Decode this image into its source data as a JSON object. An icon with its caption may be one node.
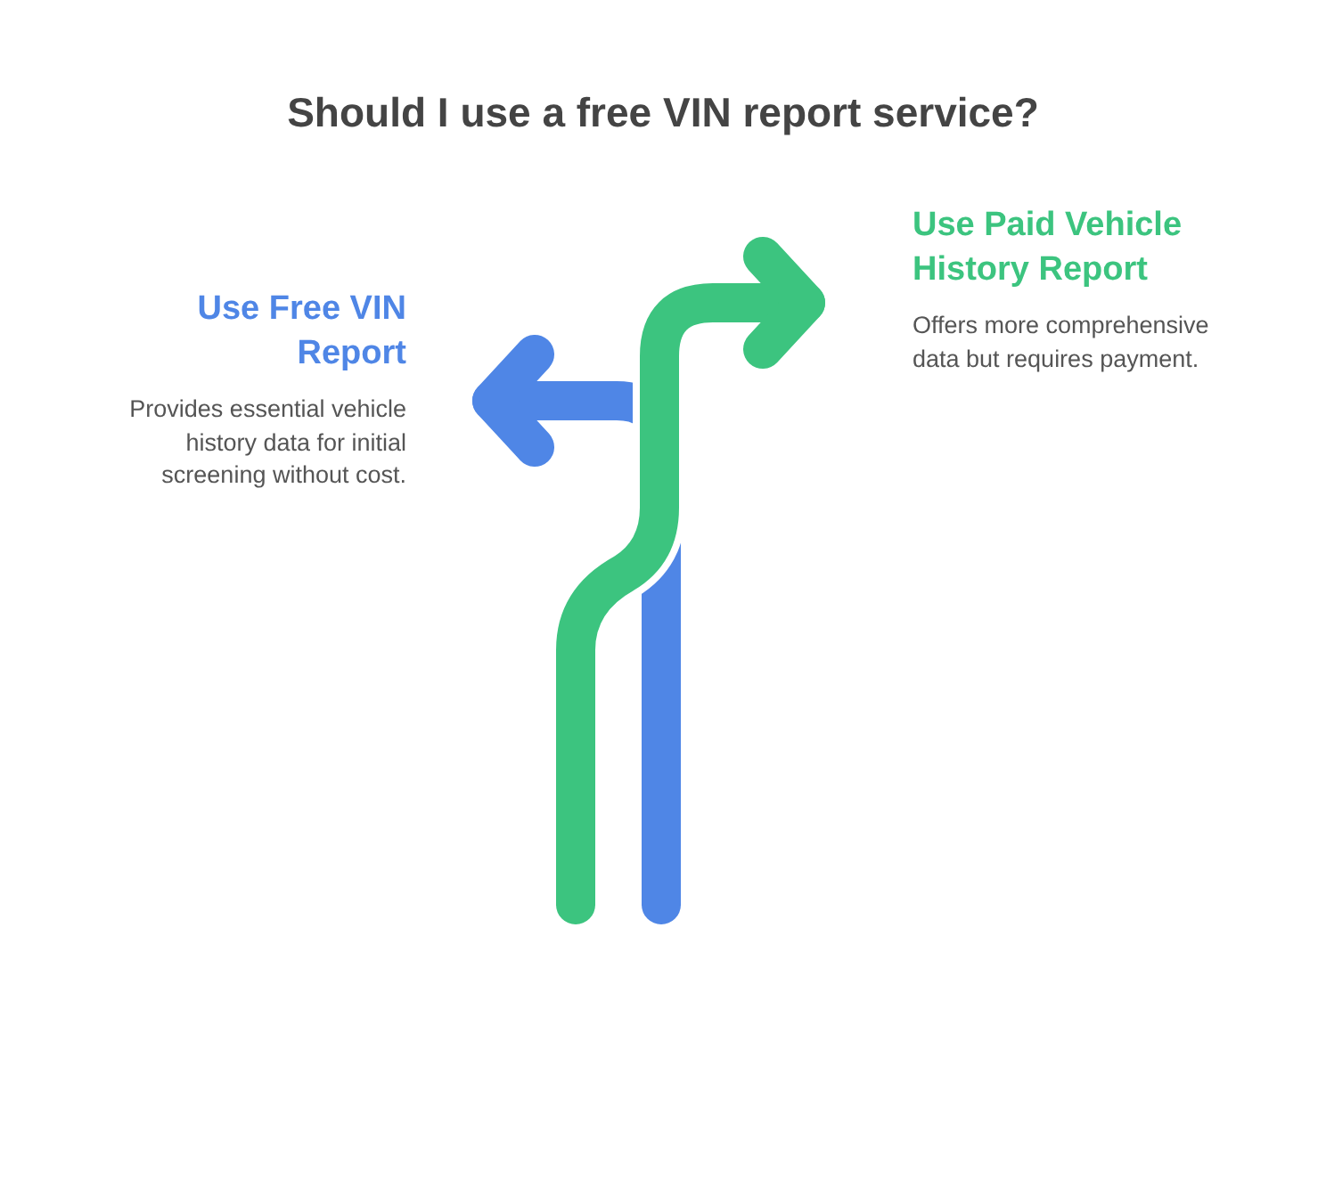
{
  "diagram": {
    "title": "Should I use a free VIN report service?",
    "nodes": [
      {
        "text": [
          "Use Free VIN Report",
          "Provides essential vehicle history data for initial screening without cost."
        ]
      },
      {
        "text": [
          "Use Paid Vehicle History Report",
          "Offers more comprehensive data but requires payment."
        ]
      }
    ],
    "edges": [
      {
        "from": null,
        "to": 0,
        "arrow": "to",
        "color": "#4f86e6"
      },
      {
        "from": null,
        "to": 1,
        "arrow": "to",
        "color": "#3cc47f"
      }
    ]
  }
}
